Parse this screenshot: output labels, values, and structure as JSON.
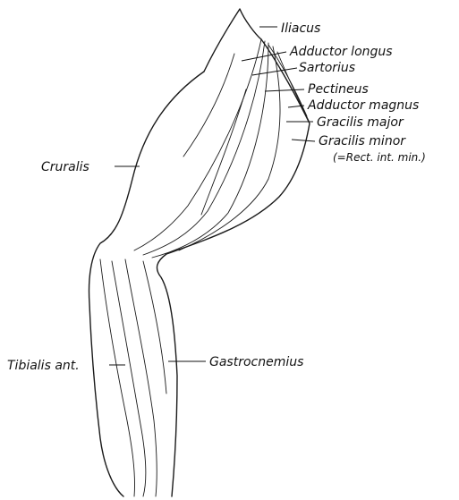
{
  "labels": {
    "iliacus": "Iliacus",
    "adductor_longus": "Adductor longus",
    "sartorius": "Sartorius",
    "pectineus": "Pectineus",
    "adductor_magnus": "Adductor magnus",
    "gracilis_major": "Gracilis major",
    "gracilis_minor": "Gracilis minor",
    "gracilis_minor_note": "(=Rect. int. min.)",
    "cruralis": "Cruralis",
    "tibialis_ant": "Tibialis ant.",
    "gastrocnemius": "Gastrocnemius"
  }
}
